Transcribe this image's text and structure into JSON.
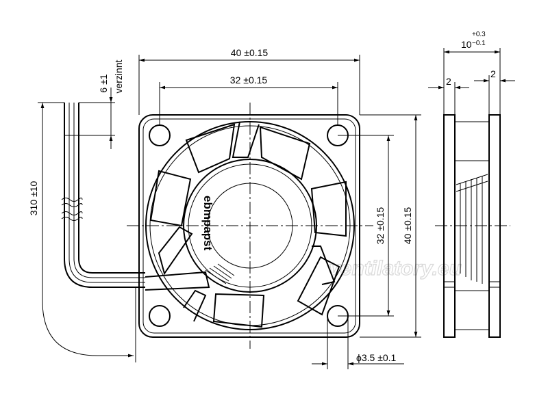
{
  "drawing": {
    "dims": {
      "width_top": "40 ±0.15",
      "hole_spacing_top": "32 ±0.15",
      "hole_spacing_right": "32 ±0.15",
      "height_right": "40 ±0.15",
      "cable_length": "310 ±10",
      "strip_length": "6 ±1",
      "strip_note": "verzinnt",
      "hole_diameter": "ϕ3.5 ±0.1",
      "depth_base": "10",
      "depth_tol_plus": "+0.3",
      "depth_tol_minus": "−0.1",
      "flange_left": "2",
      "flange_right": "2"
    },
    "logo": "ebmpapst",
    "watermark": "ventilatory.eu"
  }
}
